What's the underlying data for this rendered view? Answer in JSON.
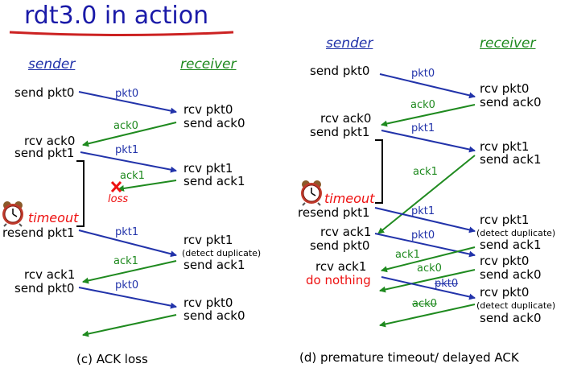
{
  "title": "rdt3.0 in action",
  "colors": {
    "title": "#1a1aa8",
    "sender": "#2233aa",
    "receiver": "#1f8a1f",
    "packet_arrow": "#2233aa",
    "ack_arrow": "#1f8a1f",
    "alert": "#ee1111"
  },
  "icons": {
    "timer": "alarm-clock-icon",
    "lost": "x-mark-icon"
  },
  "c": {
    "sender_header": "sender",
    "receiver_header": "receiver",
    "send_pkt0": "send pkt0",
    "pkt0": "pkt0",
    "rcv_pkt0": "rcv pkt0",
    "send_ack0": "send ack0",
    "ack0": "ack0",
    "rcv_ack0": "rcv ack0",
    "send_pkt1": "send pkt1",
    "pkt1": "pkt1",
    "rcv_pkt1": "rcv pkt1",
    "send_ack1": "send ack1",
    "ack1": "ack1",
    "loss": "loss",
    "timeout": "timeout",
    "resend_pkt1": "resend pkt1",
    "pkt1_re": "pkt1",
    "rcv_pkt1_dup": "rcv pkt1",
    "detect_duplicate": "(detect duplicate)",
    "send_ack1_dup": "send ack1",
    "ack1_re": "ack1",
    "rcv_ack1": "rcv ack1",
    "send_pkt0_2": "send pkt0",
    "pkt0_2": "pkt0",
    "rcv_pkt0_2": "rcv pkt0",
    "send_ack0_2": "send ack0",
    "caption": "(c) ACK loss"
  },
  "d": {
    "sender_header": "sender",
    "receiver_header": "receiver",
    "send_pkt0": "send pkt0",
    "pkt0": "pkt0",
    "rcv_pkt0": "rcv pkt0",
    "send_ack0": "send ack0",
    "ack0": "ack0",
    "rcv_ack0": "rcv ack0",
    "send_pkt1": "send pkt1",
    "pkt1": "pkt1",
    "rcv_pkt1": "rcv pkt1",
    "send_ack1": "send ack1",
    "ack1": "ack1",
    "timeout": "timeout",
    "resend_pkt1": "resend pkt1",
    "pkt1_re": "pkt1",
    "rcv_pkt1_dup": "rcv pkt1",
    "detect_duplicate": "(detect duplicate)",
    "send_ack1_dup": "send ack1",
    "rcv_ack1": "rcv ack1",
    "send_pkt0_2": "send pkt0",
    "pkt0_2": "pkt0",
    "ack1_2": "ack1",
    "rcv_pkt0_2": "rcv pkt0",
    "send_ack0_2": "send ack0",
    "rcv_ack1_2": "rcv ack1",
    "do_nothing": "do nothing",
    "ack0_2": "ack0",
    "pkt0_dup": "pkt0",
    "rcv_pkt0_dup": "rcv pkt0",
    "detect_duplicate_2": "(detect duplicate)",
    "send_ack0_dup": "send ack0",
    "ack0_dup": "ack0",
    "caption": "(d) premature timeout/ delayed ACK"
  }
}
